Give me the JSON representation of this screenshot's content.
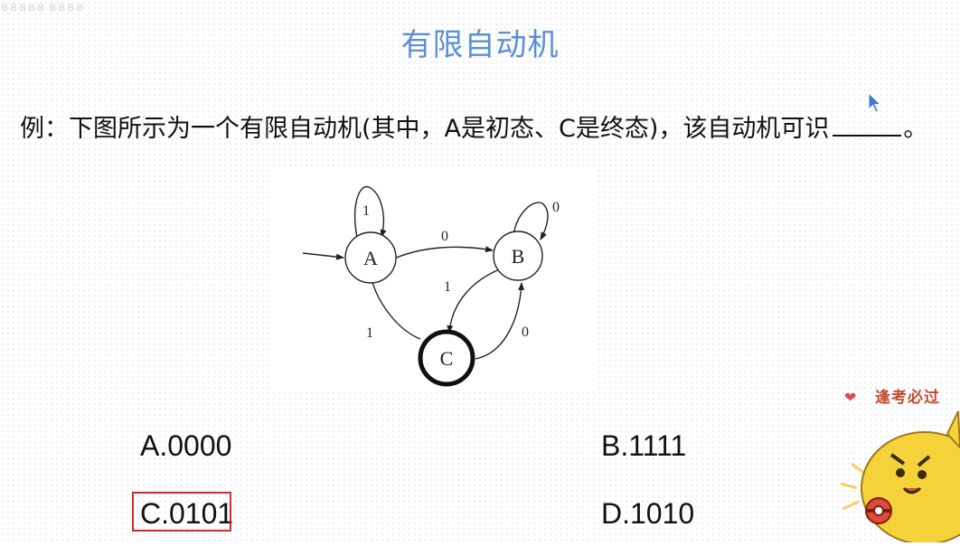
{
  "header": {
    "faint_top_text": "ＢＢＢＢＢ ＢＢＢＢ"
  },
  "slide": {
    "title": "有限自动机",
    "question_text": "例：下图所示为一个有限自动机(其中，A是初态、C是终态)，该自动机可识",
    "question_end": "。"
  },
  "automaton": {
    "states": {
      "a": "A",
      "b": "B",
      "c": "C"
    },
    "labels": {
      "a_loop": "1",
      "a_to_b": "0",
      "b_loop": "0",
      "b_to_c": "1",
      "c_to_a": "1",
      "c_to_b": "0"
    },
    "initial_state": "A",
    "final_state": "C"
  },
  "options": {
    "a": "A.0000",
    "b": "B.1111",
    "c": "C.0101",
    "d": "D.1010",
    "selected": "c"
  },
  "mascot": {
    "caption": "逢考必过"
  },
  "colors": {
    "title": "#5b8fd3",
    "selection_box": "#d9262b",
    "mascot": "#f6d23a"
  }
}
